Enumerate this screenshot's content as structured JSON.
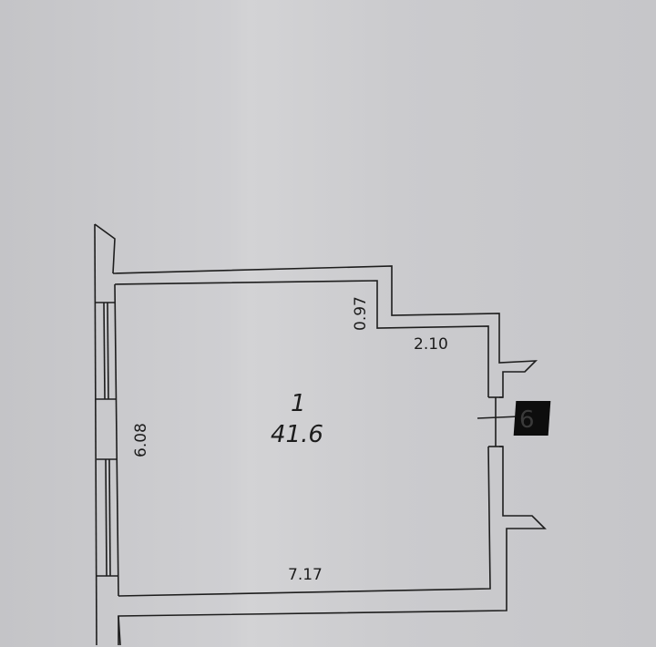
{
  "plan": {
    "room_number": "1",
    "room_area": "41.6",
    "dimensions": {
      "top_recess_height": "0.97",
      "right_recess_width": "2.10",
      "left_wall_length": "6.08",
      "bottom_wall_length": "7.17"
    },
    "entrance_marker": "6"
  },
  "colors": {
    "paper": "#c9c9cc",
    "line": "#1c1c1c",
    "marker": "#0d0d0d"
  }
}
